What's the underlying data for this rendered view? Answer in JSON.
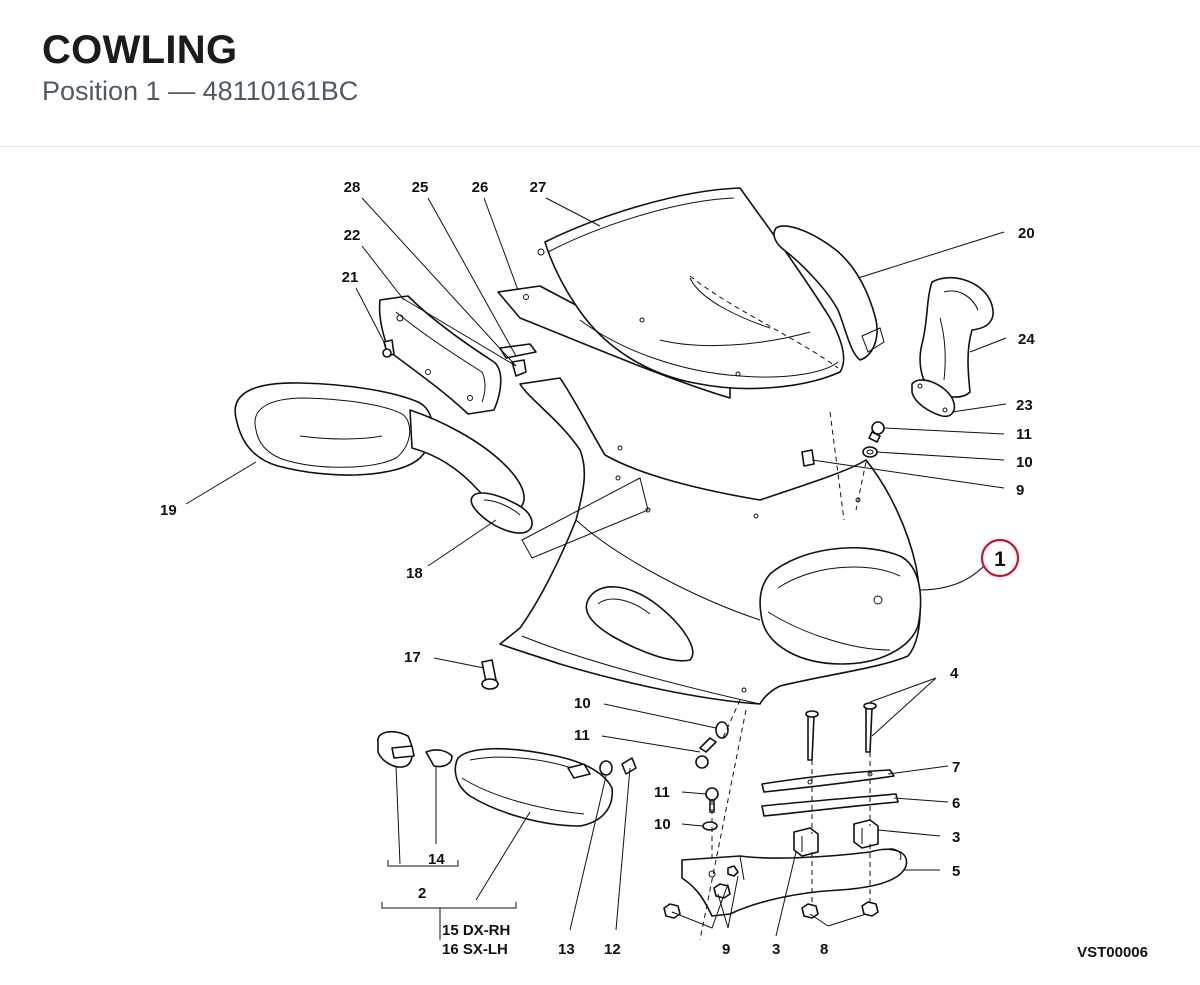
{
  "header": {
    "title": "COWLING",
    "subtitle": "Position 1 — 48110161BC"
  },
  "diagram": {
    "reference_code": "VST00006",
    "highlighted_callout": "1",
    "highlight_color": "#c8102e",
    "callouts": {
      "c28": "28",
      "c25": "25",
      "c26": "26",
      "c27": "27",
      "c22": "22",
      "c21": "21",
      "c20": "20",
      "c24": "24",
      "c23": "23",
      "c11a": "11",
      "c10a": "10",
      "c9a": "9",
      "c19": "19",
      "c18": "18",
      "c1": "1",
      "c17": "17",
      "c4": "4",
      "c10b": "10",
      "c11b": "11",
      "c7": "7",
      "c6": "6",
      "c11c": "11",
      "c10c": "10",
      "c3a": "3",
      "c5": "5",
      "c14": "14",
      "c2": "2",
      "c15": "15 DX-RH",
      "c16": "16 SX-LH",
      "c13": "13",
      "c12": "12",
      "c9b": "9",
      "c3b": "3",
      "c8": "8"
    }
  }
}
